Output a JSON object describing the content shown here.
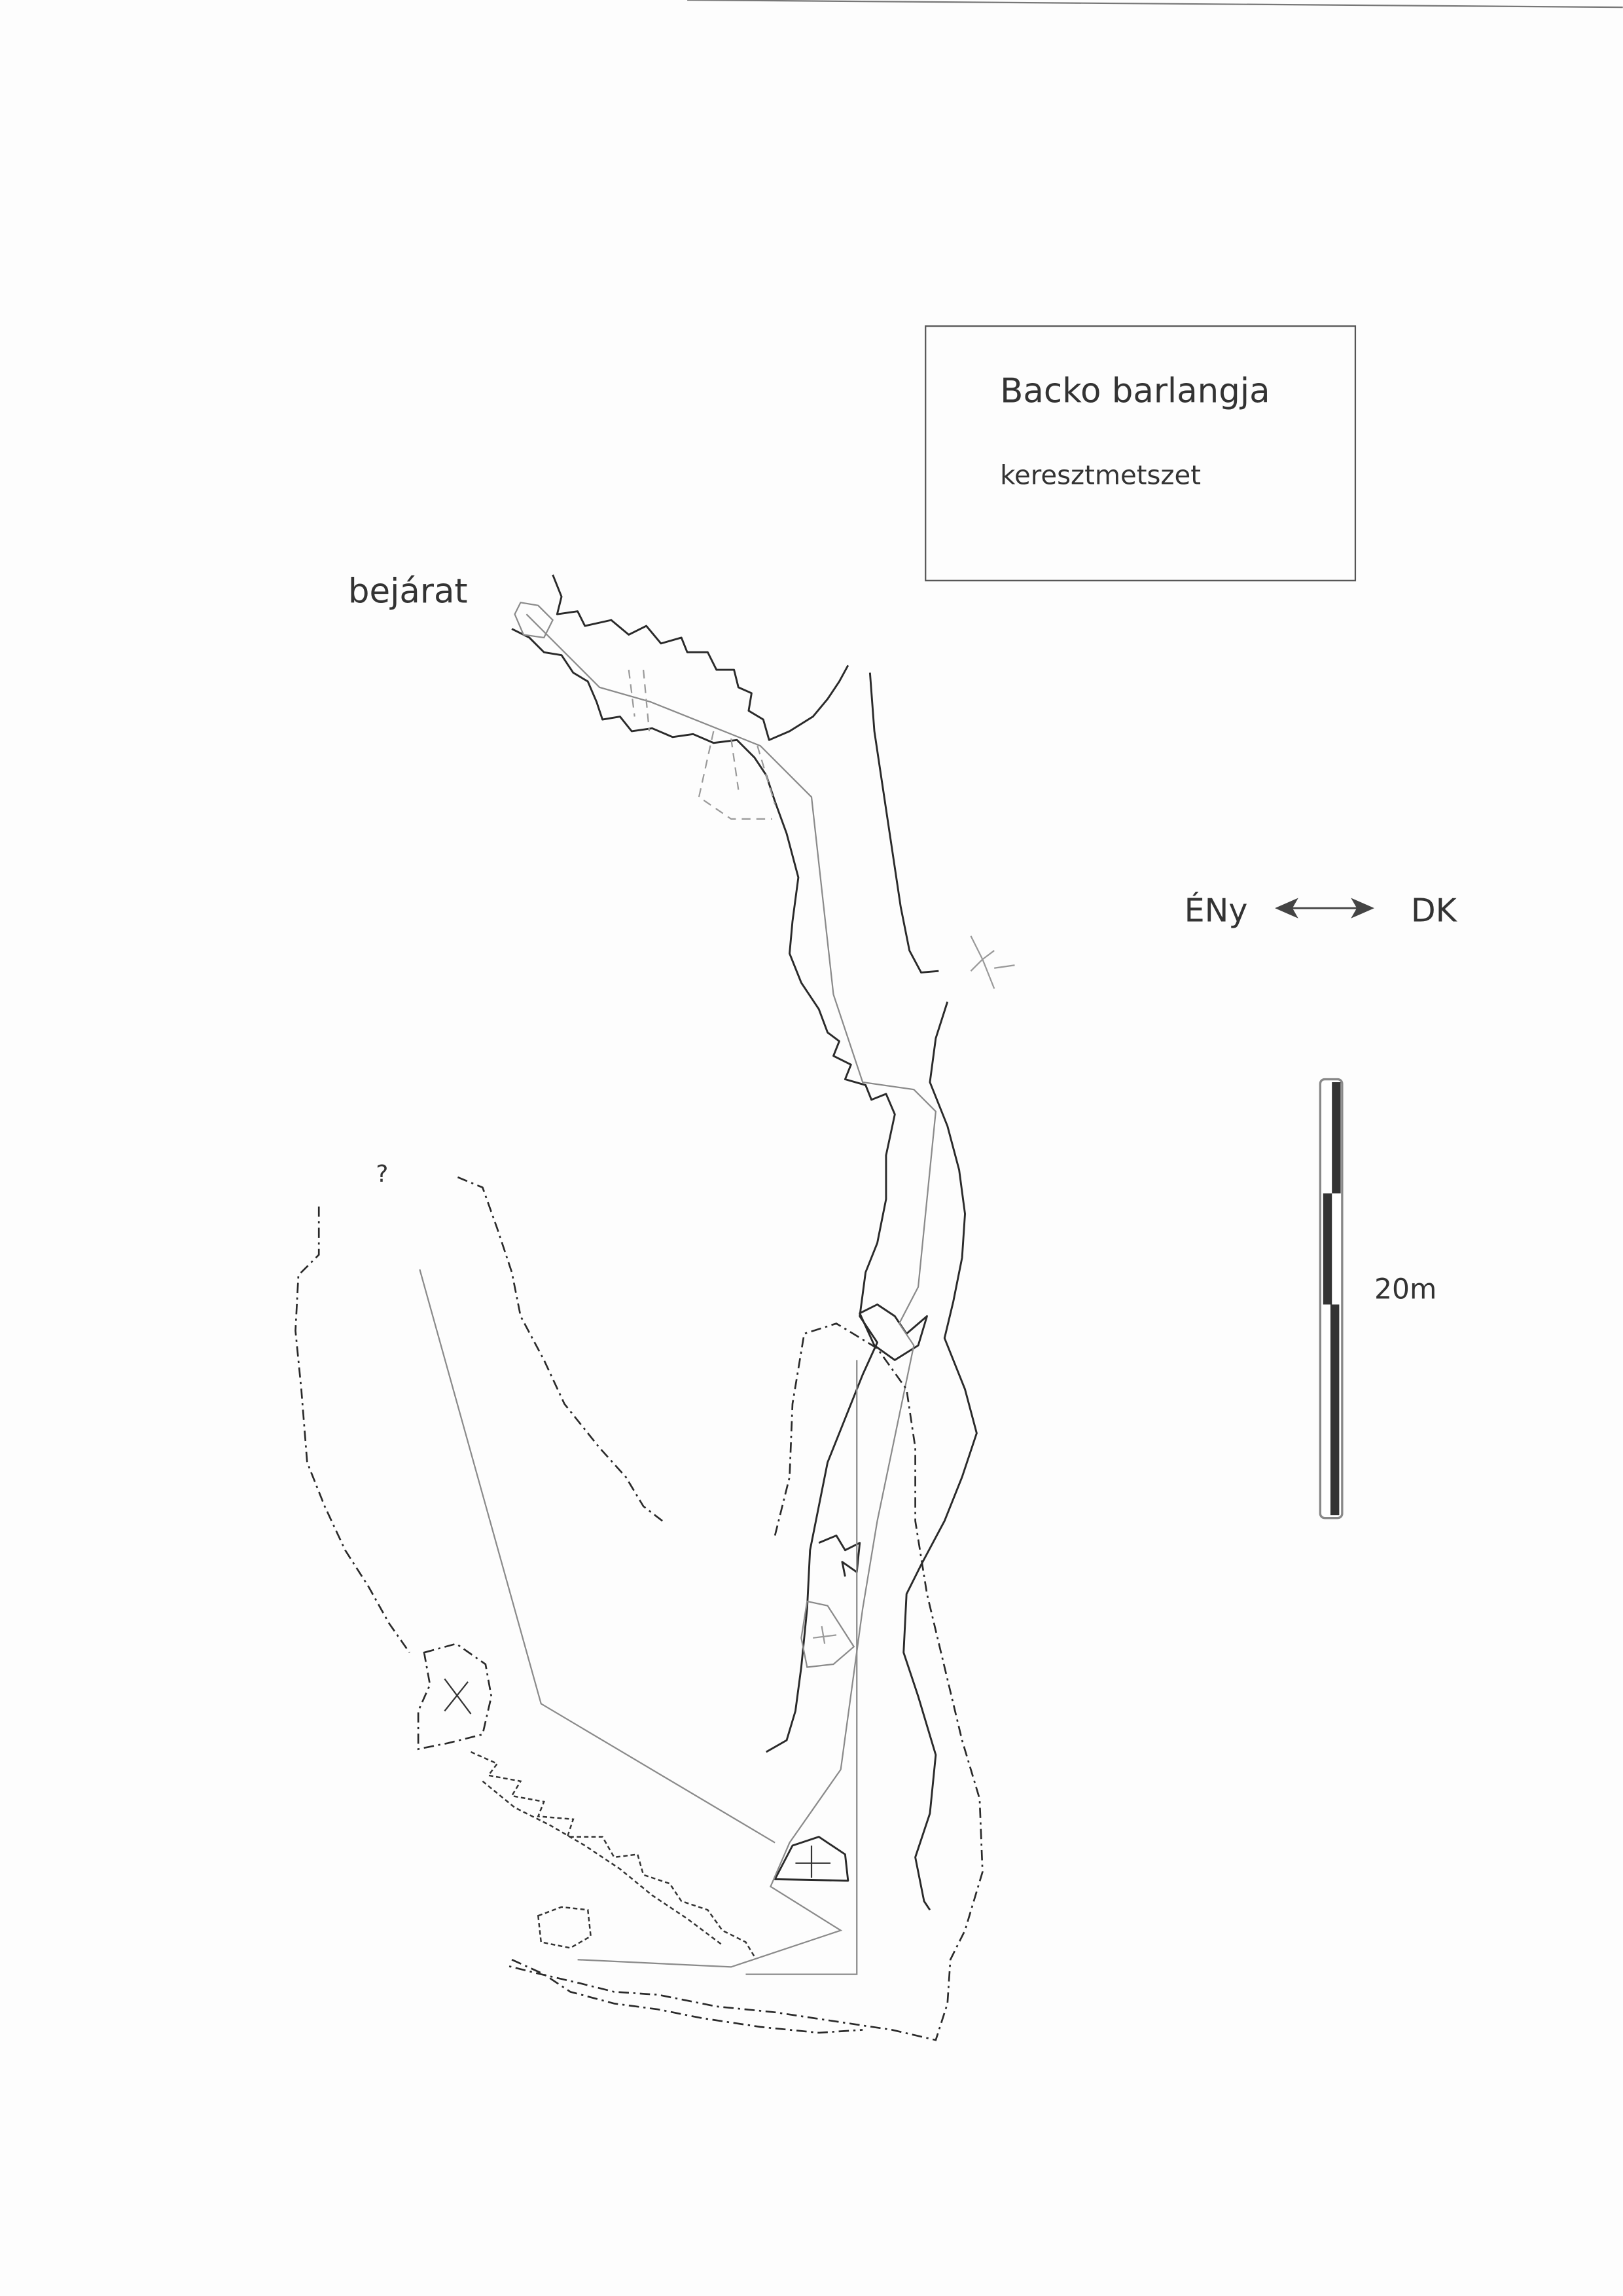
{
  "title_box": {
    "title": "Backo barlangja",
    "subtitle": "keresztmetszet"
  },
  "labels": {
    "entrance": "bejárat",
    "question_mark": "?"
  },
  "orientation": {
    "left": "ÉNy",
    "right": "DK"
  },
  "scale_bar": {
    "label": "20m"
  },
  "colors": {
    "ink": "#2a2a2a",
    "survey_line": "#8a8a8a",
    "paper": "#fdfdfd"
  }
}
